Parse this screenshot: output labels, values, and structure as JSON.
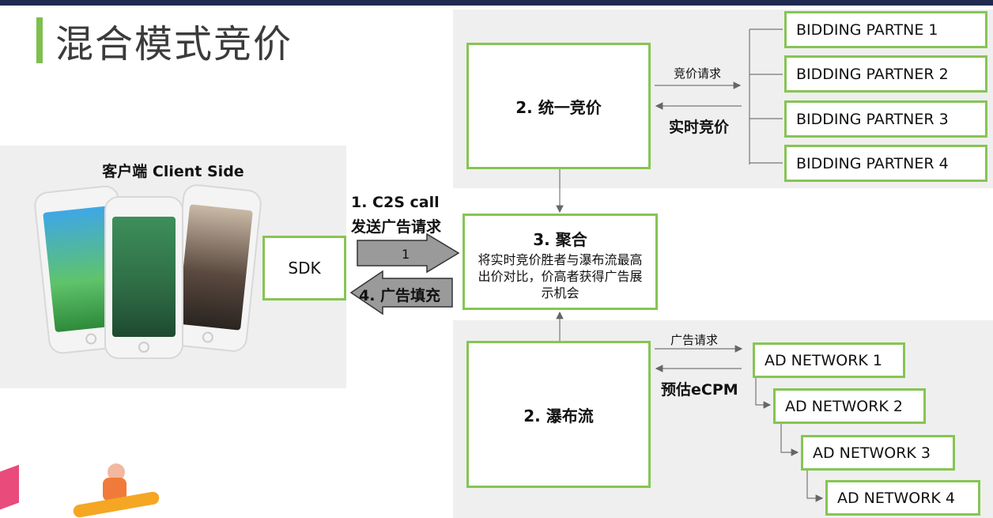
{
  "title": "混合模式竞价",
  "client": {
    "title": "客户端 Client Side",
    "sdk": "SDK"
  },
  "flow": {
    "c2s_line1": "1. C2S call",
    "c2s_line2": "发送广告请求",
    "arrow1": "1",
    "fill": "4. 广告填充"
  },
  "unified": {
    "title": "2.  统一竞价",
    "req": "竞价请求",
    "resp": "实时竞价"
  },
  "aggregate": {
    "title": "3. 聚合",
    "desc": "将实时竞价胜者与瀑布流最高出价对比，价高者获得广告展示机会"
  },
  "waterfall": {
    "title": "2. 瀑布流",
    "req": "广告请求",
    "resp": "预估eCPM"
  },
  "partners": [
    "BIDDING PARTNE 1",
    "BIDDING PARTNER 2",
    "BIDDING PARTNER 3",
    "BIDDING PARTNER 4"
  ],
  "networks": [
    "AD NETWORK 1",
    "AD NETWORK 2",
    "AD NETWORK 3",
    "AD NETWORK 4"
  ],
  "colors": {
    "accent": "#86c554",
    "title_bar": "#7fbf4d",
    "header": "#1f2a4e",
    "panel": "#efefef",
    "arrow": "#8a8a8a"
  }
}
